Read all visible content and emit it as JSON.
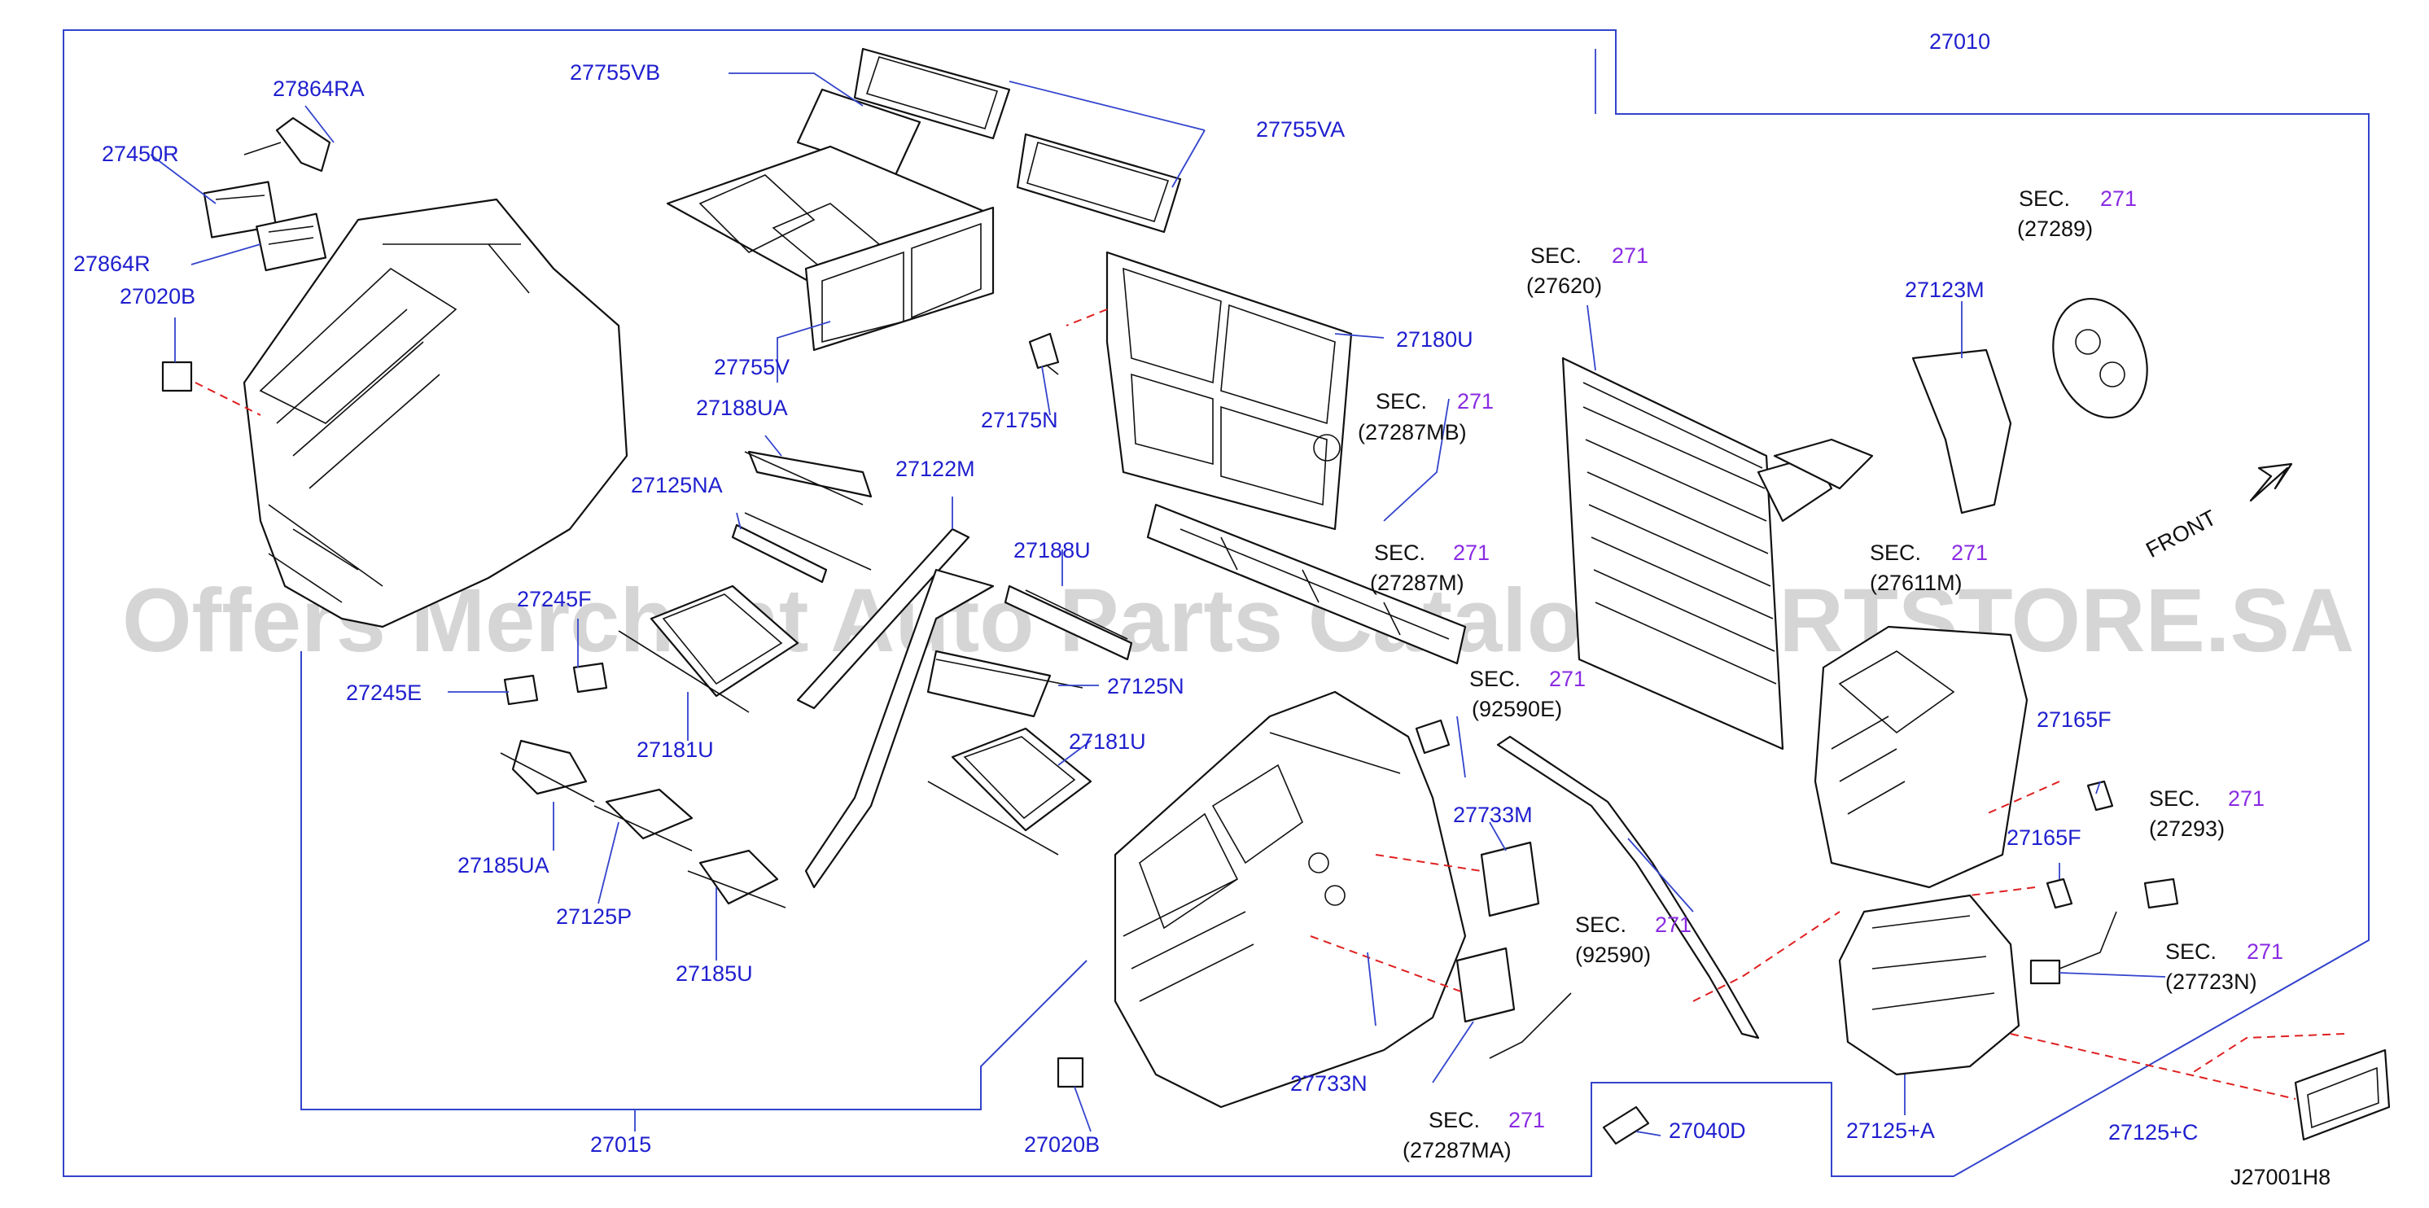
{
  "diagram_code": "J27001H8",
  "watermark": "Offers Merchant Auto Parts Catalog PARTSTORE.SA",
  "front_label": "FRONT",
  "sec_prefix": "SEC.",
  "sec_number": "271",
  "colors": {
    "part_number": "#1f1fcf",
    "section_ref": "#8a2be2",
    "frame": "#3344cc",
    "alignment_dash": "#e02020"
  },
  "part_labels": [
    "27010",
    "27015",
    "27755VB",
    "27755VA",
    "27755V",
    "27864RA",
    "27450R",
    "27864R",
    "27020B",
    "27180U",
    "27175N",
    "27188UA",
    "27125NA",
    "27122M",
    "27188U",
    "27125N",
    "27181U",
    "27181U",
    "27245F",
    "27245E",
    "27185UA",
    "27125P",
    "27185U",
    "27733M",
    "27733N",
    "27020B",
    "27123M",
    "27165F",
    "27165F",
    "27040D",
    "27125+A",
    "27125+C"
  ],
  "section_refs": [
    {
      "ref": "(27289)"
    },
    {
      "ref": "(27620)"
    },
    {
      "ref": "(27287MB)"
    },
    {
      "ref": "(27287M)"
    },
    {
      "ref": "(27611M)"
    },
    {
      "ref": "(92590E)"
    },
    {
      "ref": "(92590)"
    },
    {
      "ref": "(27293)"
    },
    {
      "ref": "(27723N)"
    },
    {
      "ref": "(27287MA)"
    }
  ]
}
